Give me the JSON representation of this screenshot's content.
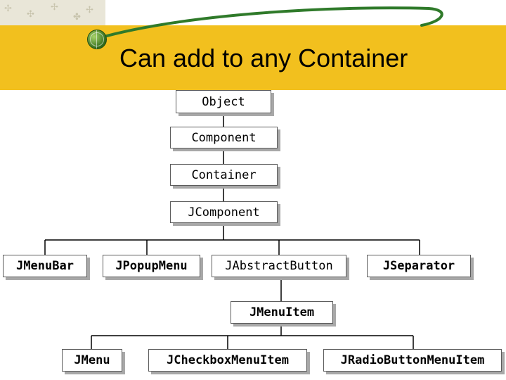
{
  "slide": {
    "title": "Can add to any Container"
  },
  "colors": {
    "banner": "#f2c01e",
    "swoosh": "#2f7a2a",
    "box_border": "#5c5c5c",
    "box_shadow": "#a8a8a8"
  },
  "diagram": {
    "nodes": {
      "object": "Object",
      "component": "Component",
      "container": "Container",
      "jcomponent": "JComponent",
      "jmenubar": "JMenuBar",
      "jpopupmenu": "JPopupMenu",
      "jabstractbutton": "JAbstractButton",
      "jseparator": "JSeparator",
      "jmenuitem": "JMenuItem",
      "jmenu": "JMenu",
      "jcheckboxmenuitem": "JCheckboxMenuItem",
      "jradiobuttonmenuitem": "JRadioButtonMenuItem"
    },
    "edges": [
      [
        "object",
        "component"
      ],
      [
        "component",
        "container"
      ],
      [
        "container",
        "jcomponent"
      ],
      [
        "jcomponent",
        "jmenubar"
      ],
      [
        "jcomponent",
        "jpopupmenu"
      ],
      [
        "jcomponent",
        "jabstractbutton"
      ],
      [
        "jcomponent",
        "jseparator"
      ],
      [
        "jabstractbutton",
        "jmenuitem"
      ],
      [
        "jmenuitem",
        "jmenu"
      ],
      [
        "jmenuitem",
        "jcheckboxmenuitem"
      ],
      [
        "jmenuitem",
        "jradiobuttonmenuitem"
      ]
    ]
  }
}
